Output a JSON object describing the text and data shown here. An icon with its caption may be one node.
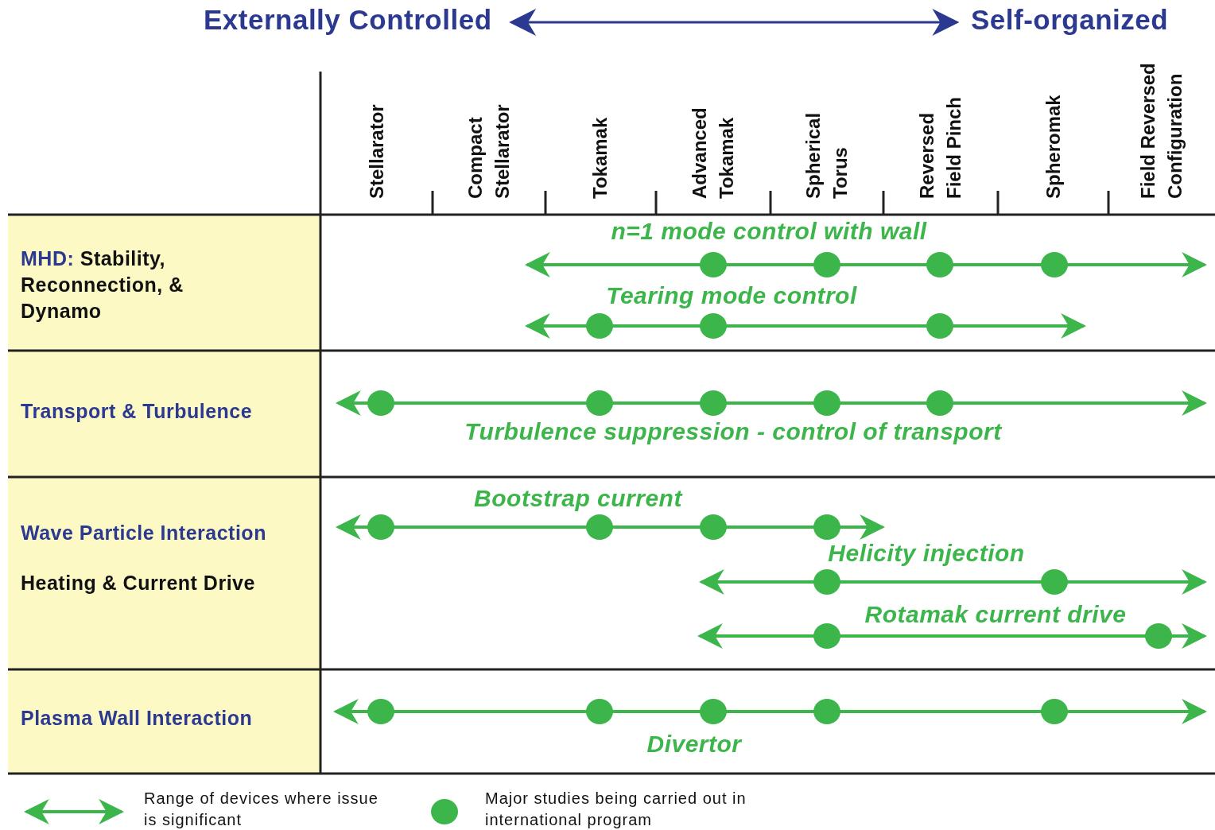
{
  "diagram": {
    "nodes": [
      {
        "text": [
          "Externally Controlled"
        ]
      },
      {
        "text": [
          "Self-organized"
        ]
      }
    ],
    "edges": [
      {
        "from": 0,
        "to": 1,
        "arrow": "both"
      }
    ],
    "labels": [
      "Stellarator",
      "Compact Stellarator",
      "Tokamak",
      "Advanced Tokamak",
      "Spherical Torus",
      "Reversed Field Pinch",
      "Spheromak",
      "Field Reversed Configuration",
      "MHD:",
      "Stability, Reconnection, & Dynamo",
      "n=1 mode control with wall",
      "Tearing mode control",
      "Transport & Turbulence",
      "Turbulence suppression - control of transport",
      "Wave Particle Interaction",
      "Bootstrap current",
      "Heating & Current Drive",
      "Helicity injection",
      "Rotamak current drive",
      "Plasma Wall Interaction",
      "Divertor"
    ],
    "legend": [
      {
        "text": "Range of devices where issue is significant"
      },
      {
        "text": "Major studies being carried out in international program"
      }
    ]
  }
}
